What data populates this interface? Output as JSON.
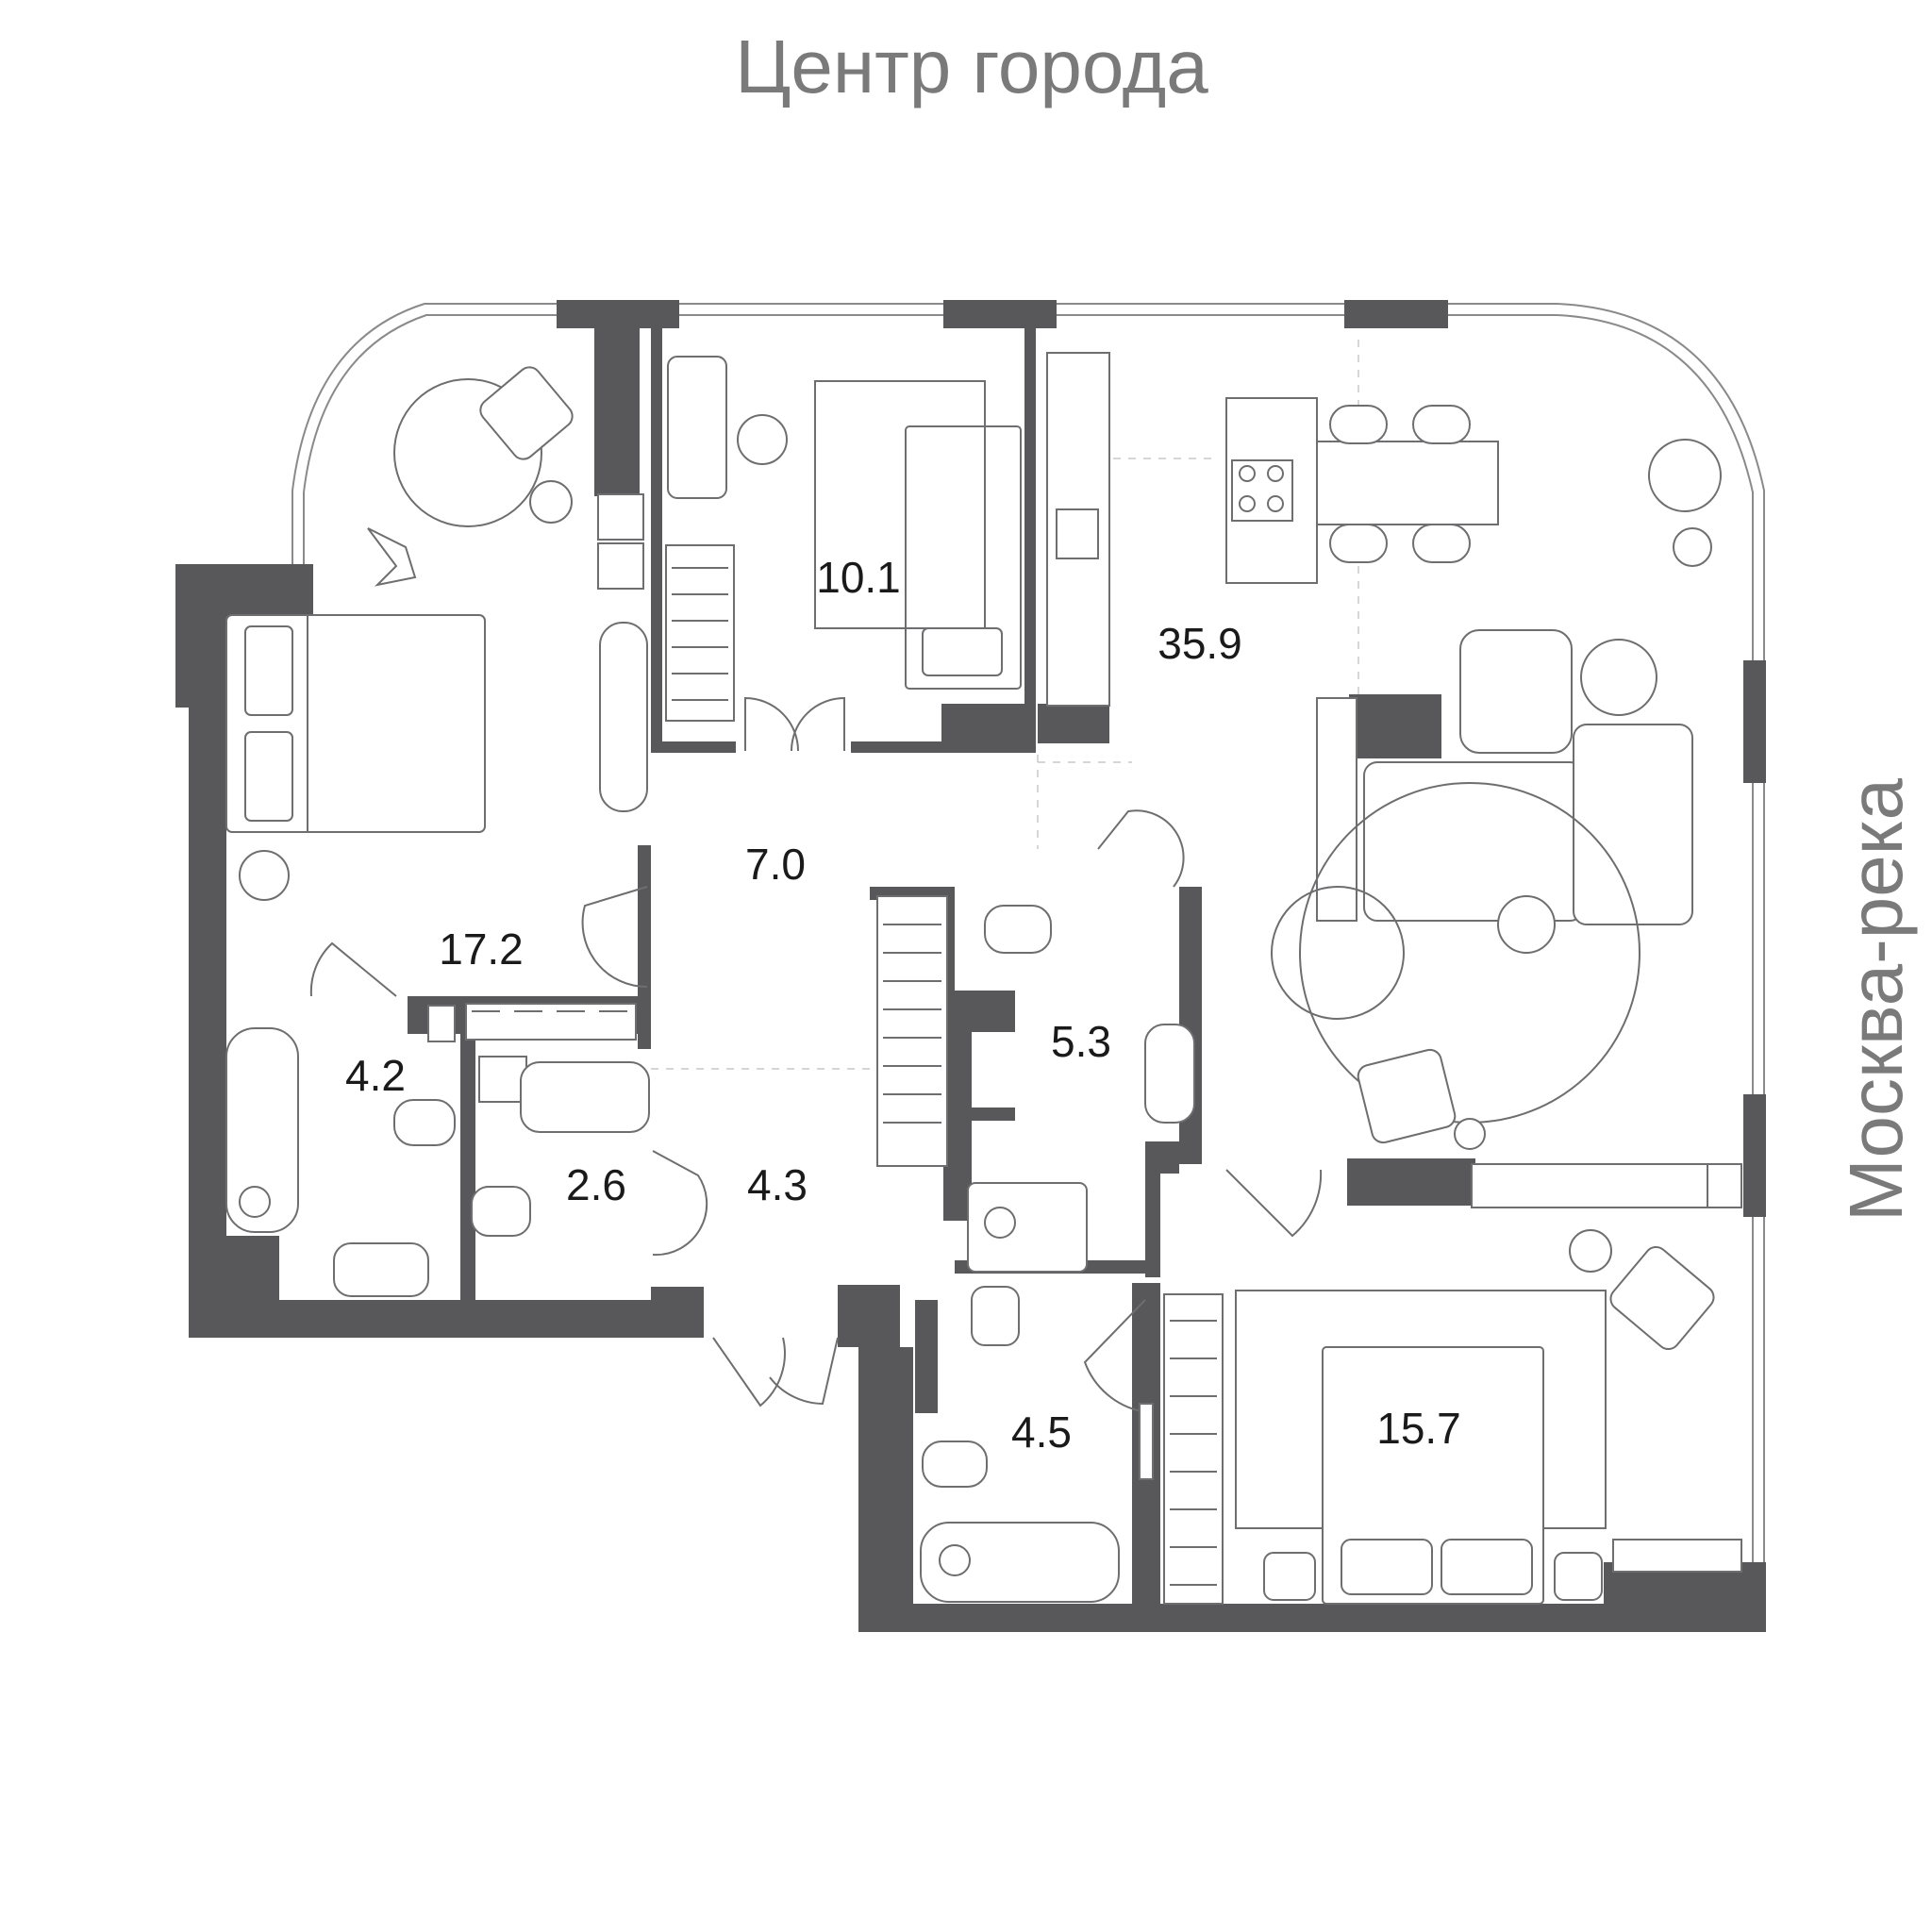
{
  "orientation": {
    "top": "Центр города",
    "right": "Москва-река"
  },
  "rooms": [
    {
      "id": "bedroom-left",
      "area": "17.2"
    },
    {
      "id": "child-room",
      "area": "10.1"
    },
    {
      "id": "kitchen-living",
      "area": "35.9"
    },
    {
      "id": "hall",
      "area": "7.0"
    },
    {
      "id": "corridor",
      "area": "4.3"
    },
    {
      "id": "bathroom-left",
      "area": "4.2"
    },
    {
      "id": "wc",
      "area": "2.6"
    },
    {
      "id": "laundry",
      "area": "5.3"
    },
    {
      "id": "bathroom-master",
      "area": "4.5"
    },
    {
      "id": "bedroom-master",
      "area": "15.7"
    }
  ],
  "colors": {
    "wall": "#58585a",
    "furniture": "#6e6e70",
    "text": "#1a1a1a",
    "orientation_text": "#7a7a7a"
  }
}
